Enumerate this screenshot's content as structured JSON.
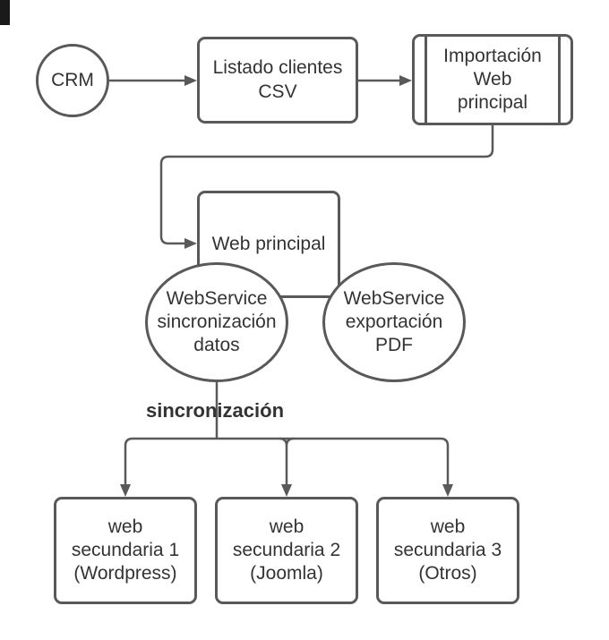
{
  "colors": {
    "stroke": "#595959",
    "text": "#333333",
    "background": "#ffffff",
    "corner_mark": "#1a1a1a"
  },
  "nodes": {
    "crm": {
      "label": "CRM",
      "shape": "circle"
    },
    "listado": {
      "label": "Listado clientes\nCSV",
      "shape": "rounded-rectangle"
    },
    "importacion": {
      "label": "Importación\nWeb\nprincipal",
      "shape": "predefined-process"
    },
    "web_principal": {
      "label": "Web principal",
      "shape": "rounded-rectangle"
    },
    "ws_sync": {
      "label": "WebService\nsincronización\ndatos",
      "shape": "ellipse"
    },
    "ws_pdf": {
      "label": "WebService\nexportación\nPDF",
      "shape": "ellipse"
    },
    "sec1": {
      "label": "web\nsecundaria 1\n(Wordpress)",
      "shape": "rounded-rectangle"
    },
    "sec2": {
      "label": "web\nsecundaria 2\n(Joomla)",
      "shape": "rounded-rectangle"
    },
    "sec3": {
      "label": "web\nsecundaria 3\n(Otros)",
      "shape": "rounded-rectangle"
    }
  },
  "labels": {
    "sync": "sincronización"
  },
  "edges": [
    {
      "from": "crm",
      "to": "listado"
    },
    {
      "from": "listado",
      "to": "importacion"
    },
    {
      "from": "importacion",
      "to": "web_principal"
    },
    {
      "from": "web_principal",
      "to": "ws_sync"
    },
    {
      "from": "web_principal",
      "to": "ws_pdf"
    },
    {
      "from": "ws_sync",
      "to": "sec1"
    },
    {
      "from": "ws_sync",
      "to": "sec2"
    },
    {
      "from": "ws_sync",
      "to": "sec3"
    }
  ]
}
